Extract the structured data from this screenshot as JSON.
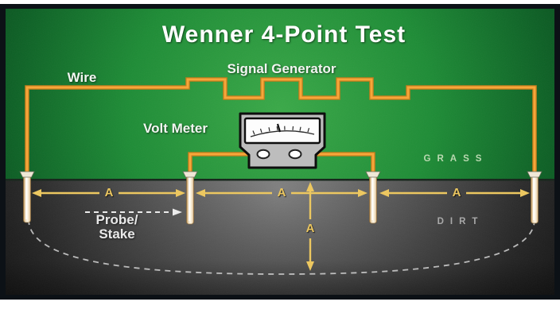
{
  "title": "Wenner 4-Point Test",
  "labels": {
    "wire": "Wire",
    "signal_generator": "Signal Generator",
    "volt_meter": "Volt Meter",
    "probe_stake_line1": "Probe/",
    "probe_stake_line2": "Stake",
    "grass": "GRASS",
    "dirt": "DIRT"
  },
  "measurements": {
    "probe_spacing_label": "A",
    "depth_label": "A"
  },
  "colors": {
    "wire_orange": "#f7a63a",
    "wire_outline": "#c07c1c",
    "arrow_yellow": "#ecc760",
    "grass_green": "#2f9e3e",
    "dirt_gray": "#5c5c5c",
    "probe_cream": "#f5e9d4",
    "frame_dark": "#0c1116",
    "title_white": "#ffffff"
  }
}
